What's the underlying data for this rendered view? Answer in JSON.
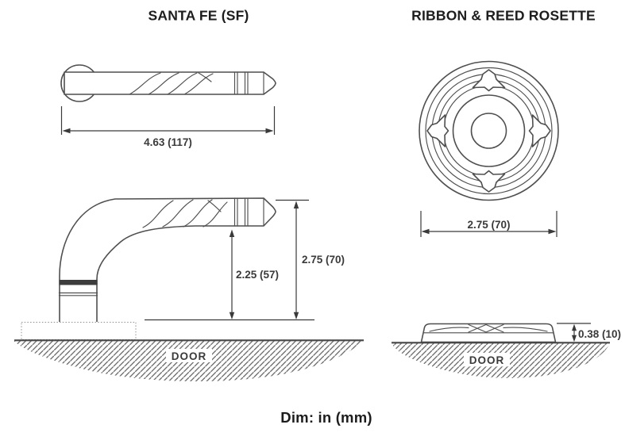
{
  "titles": {
    "left": "SANTA FE (SF)",
    "right": "RIBBON & REED ROSETTE",
    "footer": "Dim: in (mm)"
  },
  "lever": {
    "name": "Santa Fe lever handle",
    "top_view": {
      "length_dim": "4.63 (117)"
    },
    "side_view": {
      "underside_height_dim": "2.25 (57)",
      "overall_height_dim": "2.75 (70)",
      "door_label": "DOOR"
    }
  },
  "rosette": {
    "name": "Ribbon & Reed rosette",
    "front_view": {
      "diameter_dim": "2.75 (70)"
    },
    "side_view": {
      "thickness_dim": "0.38 (10)",
      "door_label": "DOOR"
    }
  },
  "colors": {
    "line": "#4f4f4f",
    "text": "#1d1d1d",
    "dim_text": "#3a3a3a",
    "band": "#3d3d3d",
    "hatch": "#5f5f5f",
    "dotted": "#909090",
    "bg": "#ffffff"
  }
}
